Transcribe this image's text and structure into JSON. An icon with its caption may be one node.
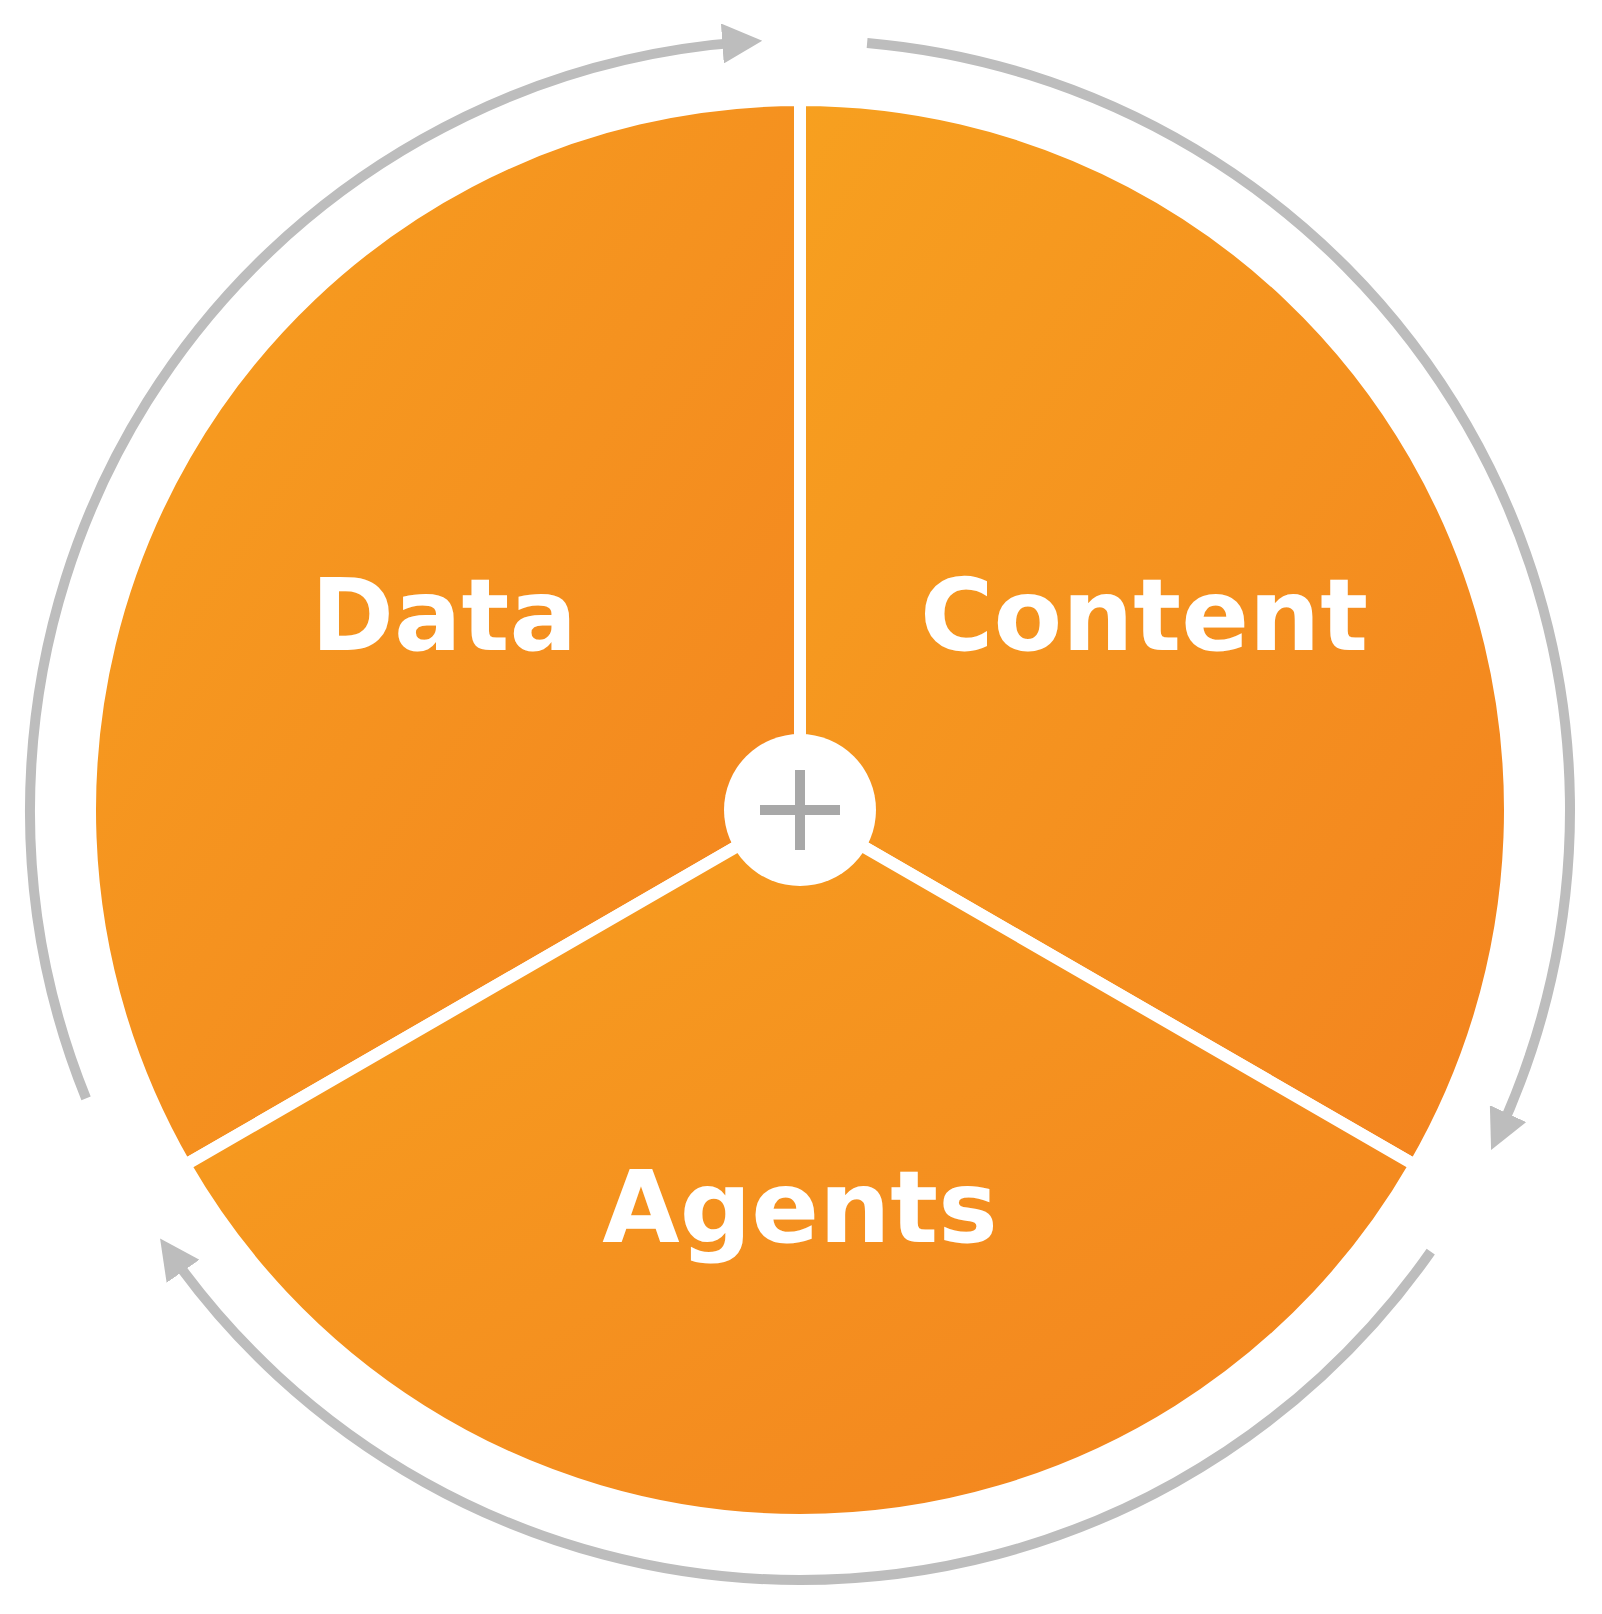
{
  "diagram": {
    "nodes": [
      {
        "text": [
          "Data"
        ]
      },
      {
        "text": [
          "Content"
        ]
      },
      {
        "text": [
          "Agents"
        ]
      },
      {
        "text": [],
        "shape": "circle"
      }
    ]
  }
}
